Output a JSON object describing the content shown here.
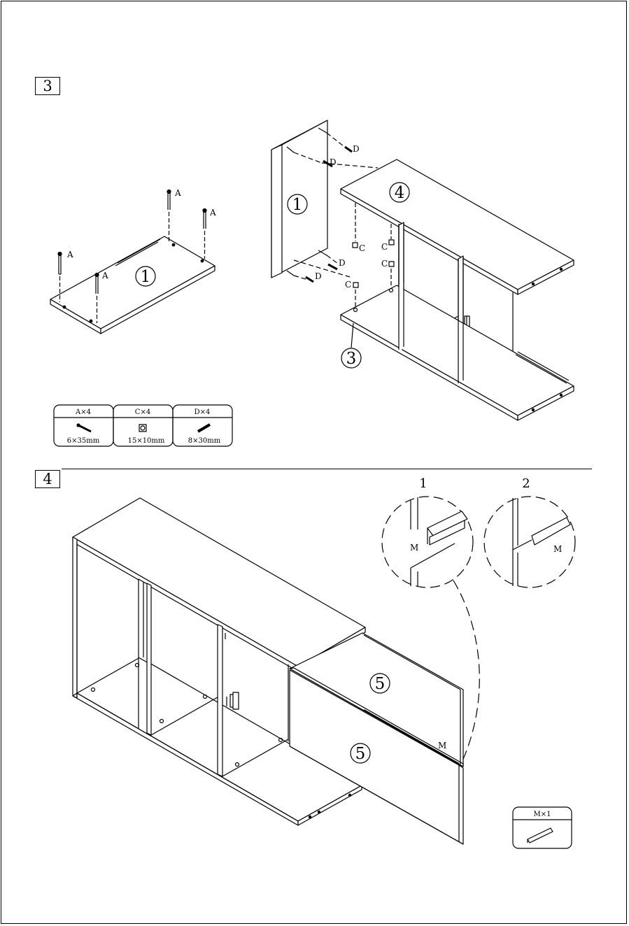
{
  "steps": [
    {
      "number": "3"
    },
    {
      "number": "4"
    }
  ],
  "step3": {
    "panel_labels": {
      "side": "1",
      "top": "4",
      "bottom": "3",
      "left_panel": "1"
    },
    "fastener_labels": {
      "cam_bolt": "A",
      "cam_lock": "C",
      "dowel": "D"
    },
    "hardware": [
      {
        "code": "A×4",
        "size": "6×35mm"
      },
      {
        "code": "C×4",
        "size": "15×10mm"
      },
      {
        "code": "D×4",
        "size": "8×30mm"
      }
    ]
  },
  "step4": {
    "door_label": "5",
    "handle_label": "M",
    "insets": [
      {
        "number": "1",
        "label": "M"
      },
      {
        "number": "2",
        "label": "M"
      }
    ],
    "hardware": [
      {
        "code": "M×1"
      }
    ]
  }
}
